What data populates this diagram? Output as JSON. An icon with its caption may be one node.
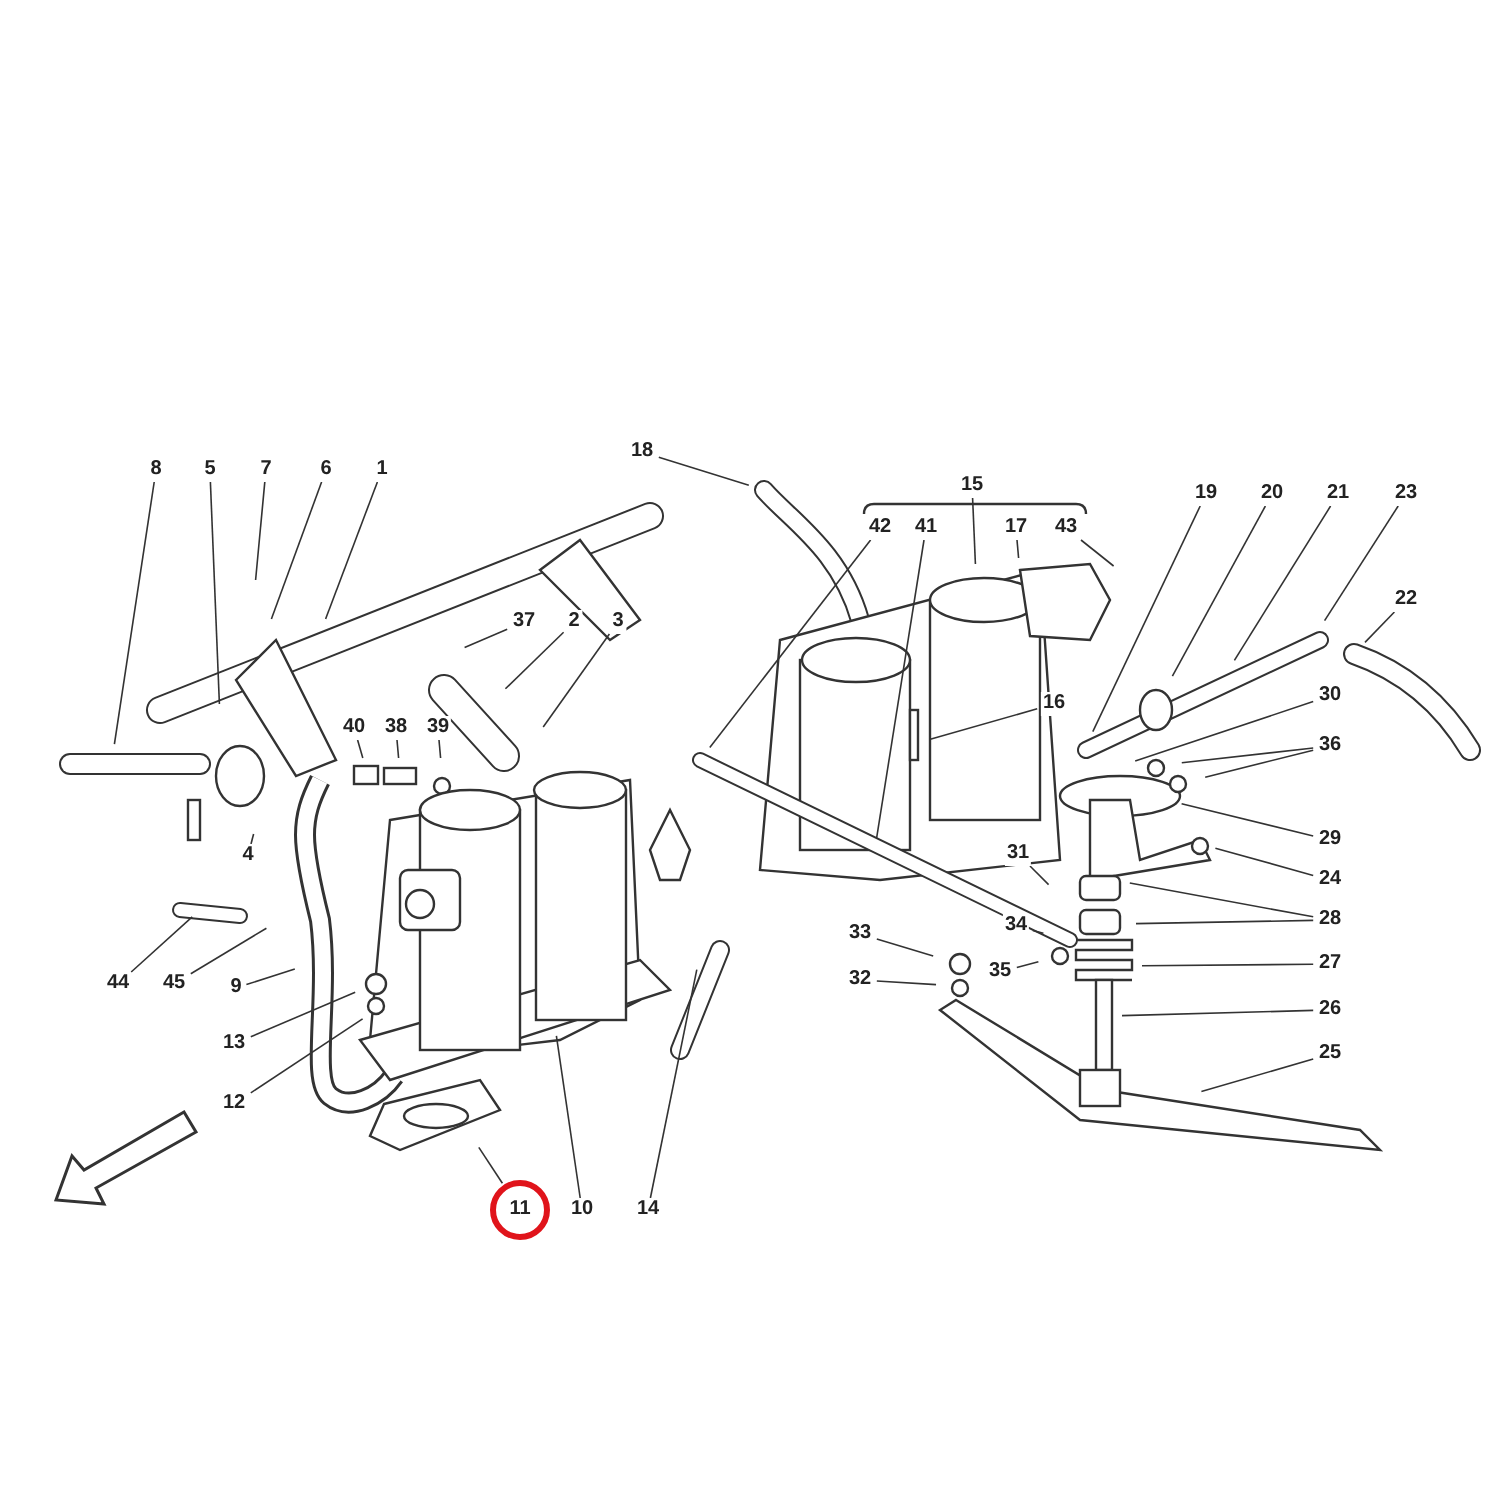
{
  "diagram": {
    "nodes": [
      {
        "text": [
          "18"
        ]
      },
      {
        "text": [
          "8"
        ]
      },
      {
        "text": [
          "5"
        ]
      },
      {
        "text": [
          "7"
        ]
      },
      {
        "text": [
          "6"
        ]
      },
      {
        "text": [
          "1"
        ]
      },
      {
        "text": [
          "15"
        ]
      },
      {
        "text": [
          "19"
        ]
      },
      {
        "text": [
          "20"
        ]
      },
      {
        "text": [
          "21"
        ]
      },
      {
        "text": [
          "23"
        ]
      },
      {
        "text": [
          "42"
        ]
      },
      {
        "text": [
          "41"
        ]
      },
      {
        "text": [
          "17"
        ]
      },
      {
        "text": [
          "43"
        ]
      },
      {
        "text": [
          "22"
        ]
      },
      {
        "text": [
          "37"
        ]
      },
      {
        "text": [
          "2"
        ]
      },
      {
        "text": [
          "3"
        ]
      },
      {
        "text": [
          "30"
        ]
      },
      {
        "text": [
          "16"
        ]
      },
      {
        "text": [
          "40"
        ]
      },
      {
        "text": [
          "38"
        ]
      },
      {
        "text": [
          "39"
        ]
      },
      {
        "text": [
          "36"
        ]
      },
      {
        "text": [
          "29"
        ]
      },
      {
        "text": [
          "4"
        ]
      },
      {
        "text": [
          "31"
        ]
      },
      {
        "text": [
          "24"
        ]
      },
      {
        "text": [
          "28"
        ]
      },
      {
        "text": [
          "34"
        ]
      },
      {
        "text": [
          "33"
        ]
      },
      {
        "text": [
          "27"
        ]
      },
      {
        "text": [
          "35"
        ]
      },
      {
        "text": [
          "32"
        ]
      },
      {
        "text": [
          "44"
        ]
      },
      {
        "text": [
          "45"
        ]
      },
      {
        "text": [
          "9"
        ]
      },
      {
        "text": [
          "26"
        ]
      },
      {
        "text": [
          "13"
        ]
      },
      {
        "text": [
          "25"
        ]
      },
      {
        "text": [
          "12"
        ]
      },
      {
        "text": [
          "11"
        ]
      },
      {
        "text": [
          "10"
        ]
      },
      {
        "text": [
          "14"
        ]
      }
    ],
    "edges": [
      {
        "from": 0,
        "to": null,
        "arrow": "none"
      },
      {
        "from": 1,
        "to": null,
        "arrow": "none"
      },
      {
        "from": 2,
        "to": null,
        "arrow": "none"
      },
      {
        "from": 3,
        "to": null,
        "arrow": "none"
      },
      {
        "from": 4,
        "to": null,
        "arrow": "none"
      },
      {
        "from": 5,
        "to": null,
        "arrow": "none"
      },
      {
        "from": 6,
        "to": null,
        "arrow": "none"
      },
      {
        "from": 7,
        "to": null,
        "arrow": "none"
      },
      {
        "from": 8,
        "to": null,
        "arrow": "none"
      },
      {
        "from": 9,
        "to": null,
        "arrow": "none"
      },
      {
        "from": 10,
        "to": null,
        "arrow": "none"
      },
      {
        "from": 11,
        "to": null,
        "arrow": "none"
      },
      {
        "from": 12,
        "to": null,
        "arrow": "none"
      },
      {
        "from": 13,
        "to": null,
        "arrow": "none"
      },
      {
        "from": 14,
        "to": null,
        "arrow": "none"
      },
      {
        "from": 15,
        "to": null,
        "arrow": "none"
      },
      {
        "from": 16,
        "to": null,
        "arrow": "none"
      },
      {
        "from": 17,
        "to": null,
        "arrow": "none"
      },
      {
        "from": 18,
        "to": null,
        "arrow": "none"
      },
      {
        "from": 19,
        "to": null,
        "arrow": "none"
      },
      {
        "from": 20,
        "to": null,
        "arrow": "none"
      },
      {
        "from": 21,
        "to": null,
        "arrow": "none"
      },
      {
        "from": 22,
        "to": null,
        "arrow": "none"
      },
      {
        "from": 23,
        "to": null,
        "arrow": "none"
      },
      {
        "from": 24,
        "to": null,
        "arrow": "none"
      },
      {
        "from": 24,
        "to": null,
        "arrow": "none"
      },
      {
        "from": 25,
        "to": null,
        "arrow": "none"
      },
      {
        "from": 26,
        "to": null,
        "arrow": "none"
      },
      {
        "from": 27,
        "to": null,
        "arrow": "none"
      },
      {
        "from": 28,
        "to": null,
        "arrow": "none"
      },
      {
        "from": 29,
        "to": null,
        "arrow": "none"
      },
      {
        "from": 29,
        "to": null,
        "arrow": "none"
      },
      {
        "from": 30,
        "to": null,
        "arrow": "none"
      },
      {
        "from": 31,
        "to": null,
        "arrow": "none"
      },
      {
        "from": 32,
        "to": null,
        "arrow": "none"
      },
      {
        "from": 33,
        "to": null,
        "arrow": "none"
      },
      {
        "from": 34,
        "to": null,
        "arrow": "none"
      },
      {
        "from": 35,
        "to": null,
        "arrow": "none"
      },
      {
        "from": 36,
        "to": null,
        "arrow": "none"
      },
      {
        "from": 37,
        "to": null,
        "arrow": "none"
      },
      {
        "from": 38,
        "to": null,
        "arrow": "none"
      },
      {
        "from": 39,
        "to": null,
        "arrow": "none"
      },
      {
        "from": 40,
        "to": null,
        "arrow": "none"
      },
      {
        "from": 41,
        "to": null,
        "arrow": "none"
      },
      {
        "from": 42,
        "to": null,
        "arrow": "none"
      },
      {
        "from": 43,
        "to": null,
        "arrow": "none"
      },
      {
        "from": 44,
        "to": null,
        "arrow": "none"
      }
    ]
  }
}
